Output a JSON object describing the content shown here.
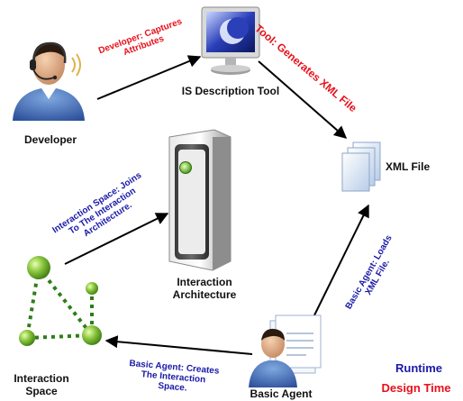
{
  "nodes": {
    "developer": "Developer",
    "is_tool": "IS Description Tool",
    "xml_file": "XML File",
    "architecture": [
      "Interaction",
      "Architecture"
    ],
    "space": [
      "Interaction",
      "Space"
    ],
    "agent": "Basic Agent"
  },
  "edges": {
    "dev_to_tool": [
      "Developer: Captures",
      "Attributes"
    ],
    "tool_to_xml": "Tool: Generates XML File",
    "space_to_arch": [
      "Interaction Space: Joins",
      "To The Interaction",
      "Architecture."
    ],
    "agent_to_xml": [
      "Basic Agent: Loads",
      "XML File."
    ],
    "agent_to_space": [
      "Basic Agent: Creates",
      "The Interaction",
      "Space."
    ]
  },
  "legend": {
    "runtime": "Runtime",
    "design_time": "Design Time"
  },
  "colors": {
    "design_time": "#e8101a",
    "runtime": "#1a1aa8"
  }
}
